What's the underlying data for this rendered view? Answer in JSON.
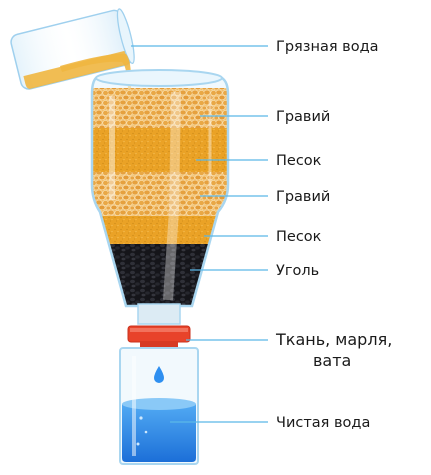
{
  "labels": {
    "dirty_water": "Грязная вода",
    "gravel_top": "Гравий",
    "sand_top": "Песок",
    "gravel_bottom": "Гравий",
    "sand_bottom": "Песок",
    "charcoal": "Уголь",
    "cloth_line1": "Ткань, марля,",
    "cloth_line2": "вата",
    "clean_water": "Чистая вода"
  },
  "colors": {
    "label_line": "#5bb8e8",
    "gravel": "#e8a94a",
    "sand": "#e9a327",
    "charcoal": "#1f1f24",
    "cap": "#e8432a",
    "clean_water": "#2e8ff0",
    "dirty_water": "#f0b640"
  }
}
